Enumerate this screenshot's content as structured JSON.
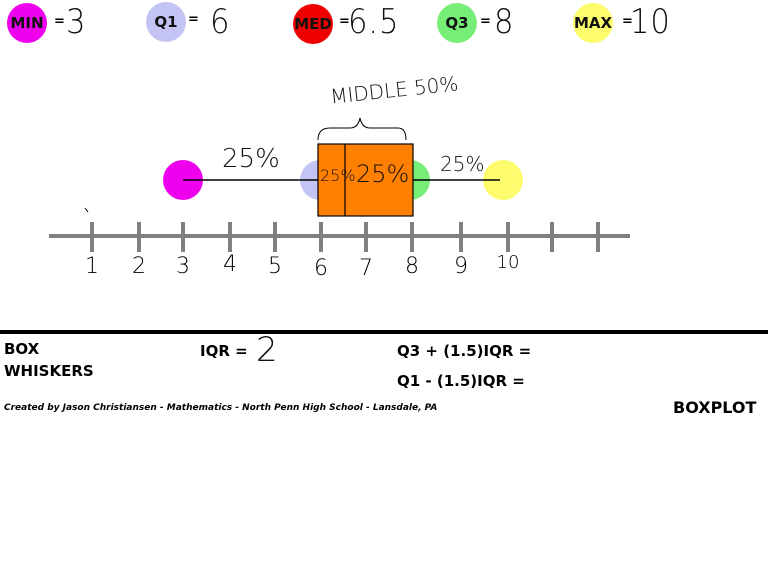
{
  "legend": {
    "min": {
      "label": "MIN",
      "eq": "=",
      "value": "3",
      "color": "#ee00ee"
    },
    "q1": {
      "label": "Q1",
      "eq": "=",
      "value": "6",
      "color": "#c4c4f4"
    },
    "med": {
      "label": "MED",
      "eq": "=",
      "value": "6.5",
      "color": "#ee0000"
    },
    "q3": {
      "label": "Q3",
      "eq": "=",
      "value": "8",
      "color": "#77ee77"
    },
    "max": {
      "label": "MAX",
      "eq": "=",
      "value": "10",
      "color": "#fcfc6c"
    }
  },
  "annotations": {
    "middle": "MIDDLE 50%",
    "left_whisker_pct": "25%",
    "box_left_pct": "25%",
    "box_right_pct": "25%",
    "right_whisker_pct": "25%"
  },
  "number_line": {
    "ticks": [
      "1",
      "2",
      "3",
      "4",
      "5",
      "6",
      "7",
      "8",
      "9",
      "10",
      "",
      ""
    ]
  },
  "bottom": {
    "box": "BOX",
    "whiskers": "WHISKERS",
    "iqr_label": "IQR =",
    "iqr_value": "2",
    "upper_fence": "Q3 + (1.5)IQR =",
    "lower_fence": "Q1 - (1.5)IQR =",
    "credit": "Created by Jason Christiansen - Mathematics - North Penn High School - Lansdale, PA",
    "title": "BOXPLOT"
  },
  "colors": {
    "box_fill": "#ff8000",
    "axis": "#808080"
  },
  "chart_data": {
    "type": "boxplot",
    "min": 3,
    "q1": 6,
    "median": 6.5,
    "q3": 8,
    "max": 10,
    "iqr": 2,
    "axis_ticks": [
      1,
      2,
      3,
      4,
      5,
      6,
      7,
      8,
      9,
      10
    ],
    "annotations": [
      "MIDDLE 50%",
      "25%",
      "25%",
      "25%",
      "25%"
    ]
  }
}
